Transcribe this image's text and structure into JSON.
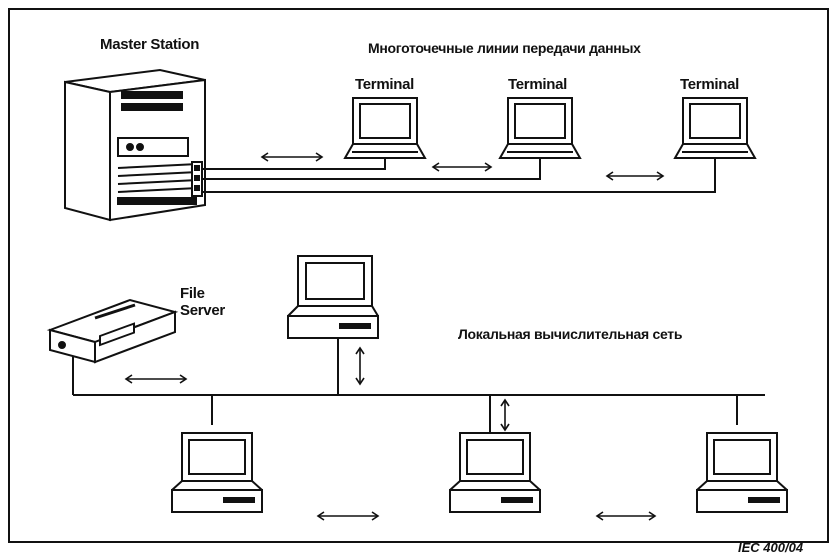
{
  "labels": {
    "master_station": "Master Station",
    "multipoint_lines": "Многоточечные линии передачи данных",
    "terminal_1": "Terminal",
    "terminal_2": "Terminal",
    "terminal_3": "Terminal",
    "file_server": "File\nServer",
    "lan": "Локальная вычислительная сеть",
    "figure_id": "IEC 400/04"
  }
}
